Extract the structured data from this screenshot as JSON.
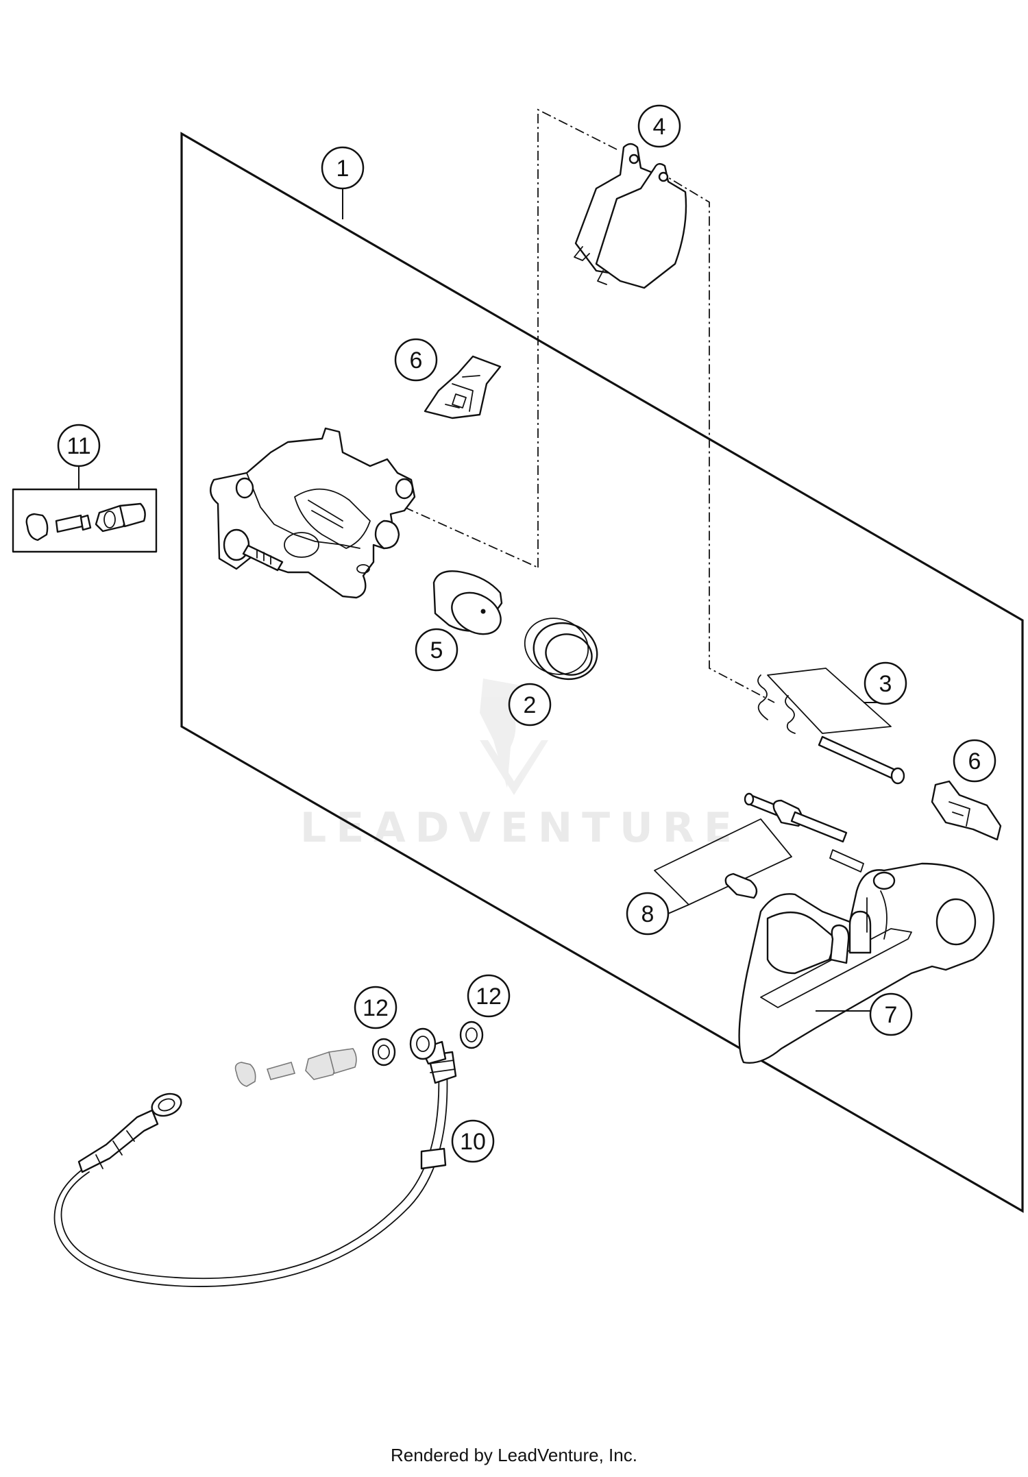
{
  "callouts": [
    "1",
    "2",
    "3",
    "4",
    "5",
    "6",
    "6",
    "7",
    "8",
    "10",
    "11",
    "12",
    "12"
  ],
  "watermark": "LEADVENTURE",
  "footer": "Rendered by LeadVenture, Inc."
}
